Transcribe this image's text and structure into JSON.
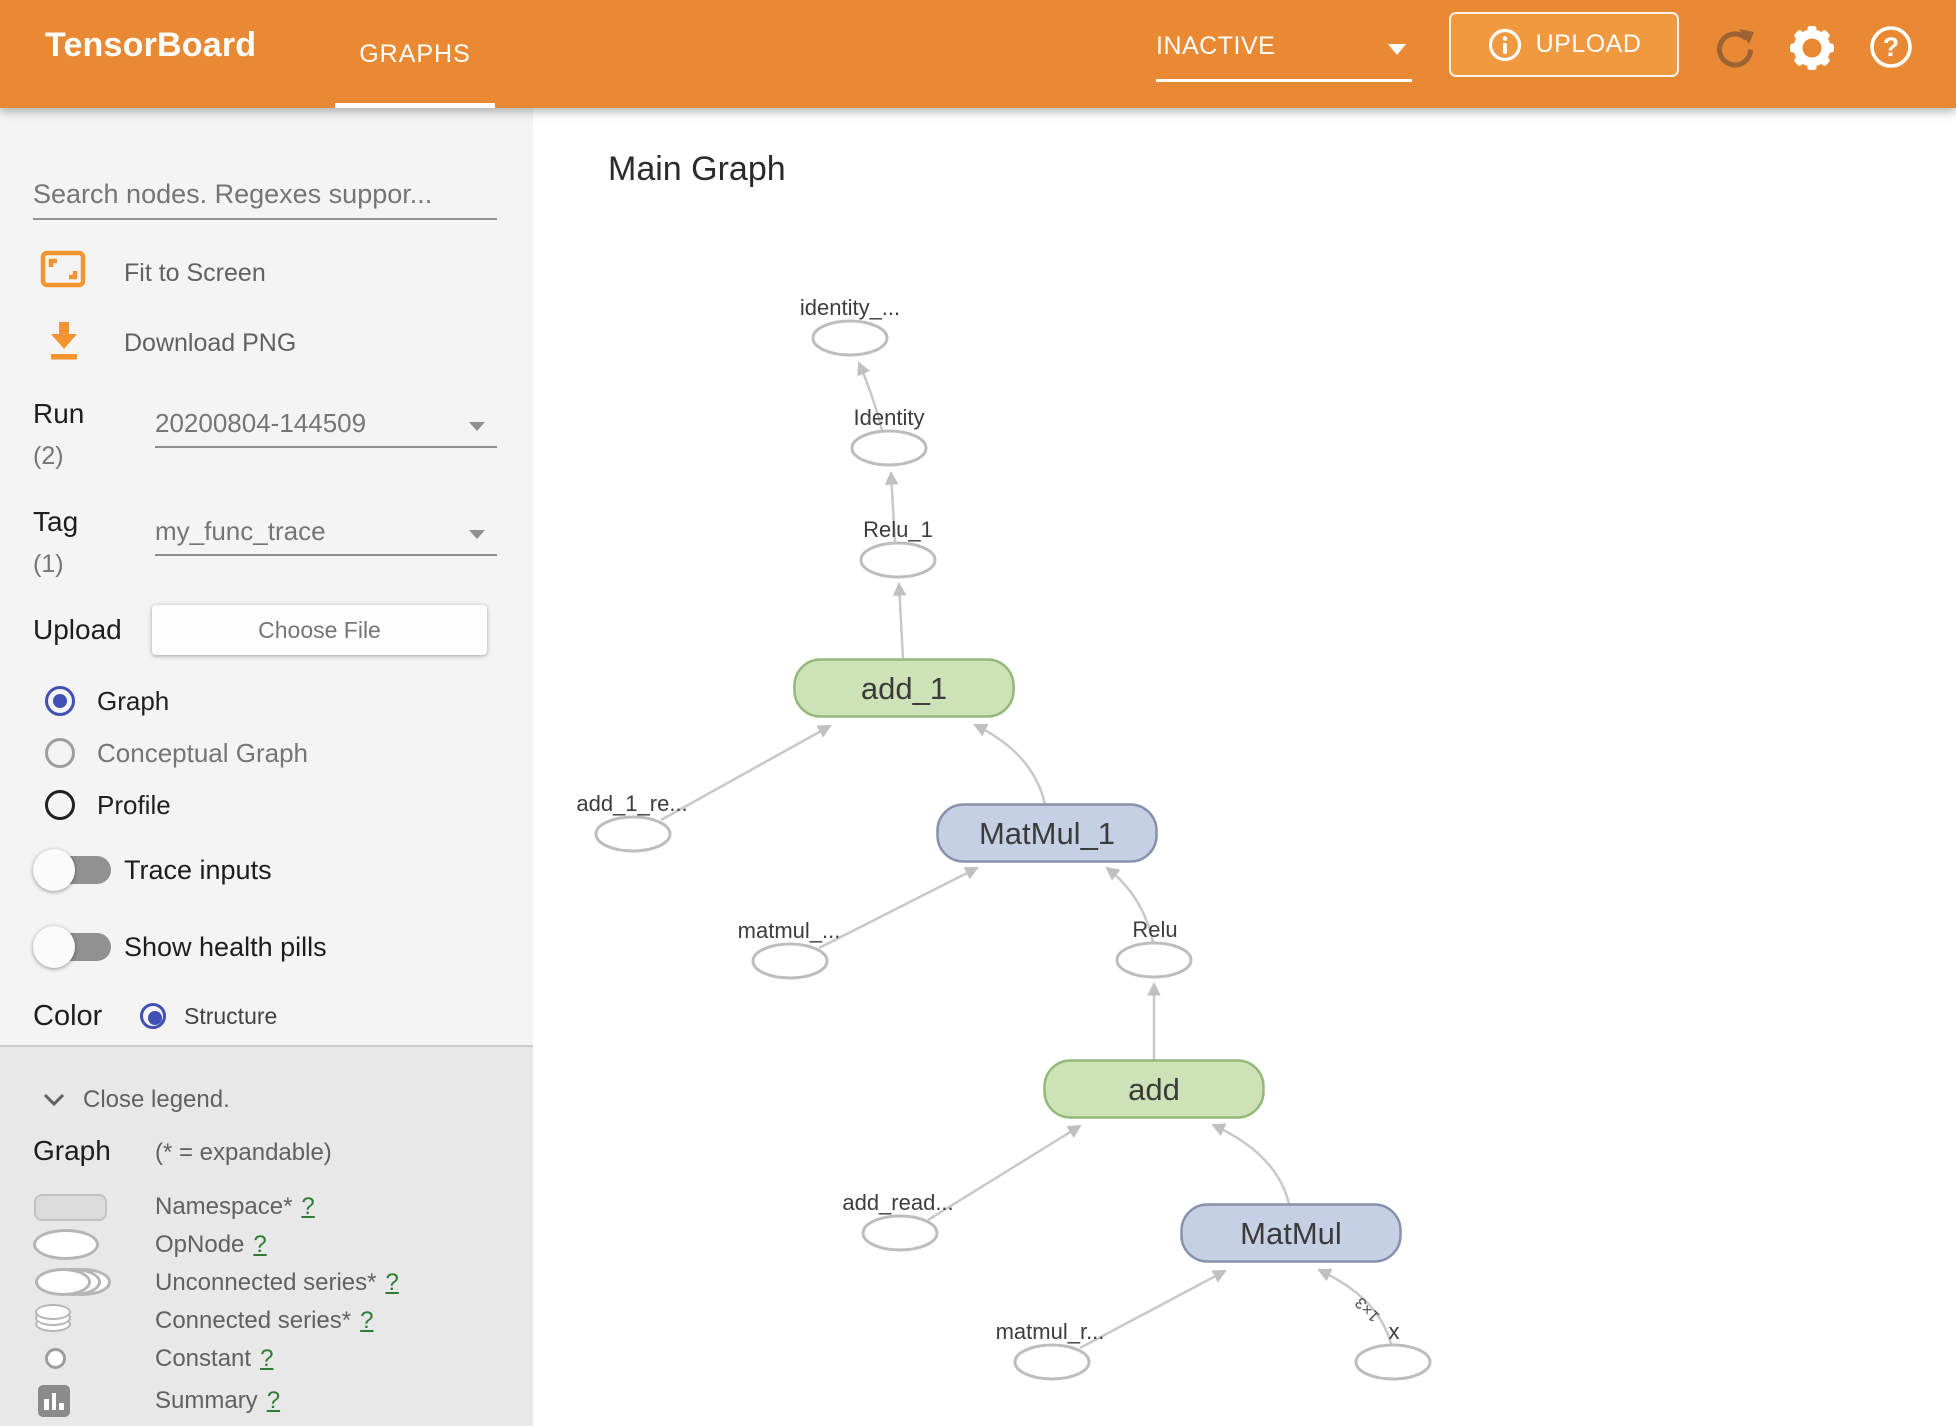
{
  "header": {
    "brand": "TensorBoard",
    "tab": "GRAPHS",
    "status_value": "INACTIVE",
    "upload_label": "UPLOAD"
  },
  "sidebar": {
    "search_placeholder": "Search nodes. Regexes suppor...",
    "fit_label": "Fit to Screen",
    "download_label": "Download PNG",
    "run": {
      "label": "Run",
      "count": "(2)",
      "value": "20200804-144509"
    },
    "tag": {
      "label": "Tag",
      "count": "(1)",
      "value": "my_func_trace"
    },
    "upload": {
      "label": "Upload",
      "button": "Choose File"
    },
    "views": {
      "graph": "Graph",
      "conceptual": "Conceptual Graph",
      "profile": "Profile"
    },
    "toggles": {
      "trace_inputs": "Trace inputs",
      "health_pills": "Show health pills"
    },
    "color_by": {
      "label": "Color",
      "option": "Structure"
    }
  },
  "legend": {
    "close": "Close legend.",
    "heading": "Graph",
    "note": "(* = expandable)",
    "items": [
      {
        "label": "Namespace*",
        "help": "?"
      },
      {
        "label": "OpNode",
        "help": "?"
      },
      {
        "label": "Unconnected series*",
        "help": "?"
      },
      {
        "label": "Connected series*",
        "help": "?"
      },
      {
        "label": "Constant",
        "help": "?"
      },
      {
        "label": "Summary",
        "help": "?"
      }
    ]
  },
  "main": {
    "title": "Main Graph"
  },
  "graph": {
    "edge_label": "1×3",
    "op_nodes": [
      {
        "label": "add_1",
        "color": "green"
      },
      {
        "label": "MatMul_1",
        "color": "blue"
      },
      {
        "label": "add",
        "color": "green"
      },
      {
        "label": "MatMul",
        "color": "blue"
      }
    ],
    "io_nodes": [
      {
        "label": "identity_..."
      },
      {
        "label": "Identity"
      },
      {
        "label": "Relu_1"
      },
      {
        "label": "add_1_re..."
      },
      {
        "label": "matmul_..."
      },
      {
        "label": "Relu"
      },
      {
        "label": "add_read..."
      },
      {
        "label": "matmul_r..."
      },
      {
        "label": "x"
      }
    ]
  },
  "colors": {
    "header_bg": "#ea8933",
    "header_btn_bg": "#f0993f",
    "refresh_icon": "#9c6434",
    "accent": "#f2952f",
    "radio_selected": "#3f51b5",
    "help_link": "#2e7d32",
    "node_green_fill": "#cde3b7",
    "node_green_border": "#94b878",
    "node_blue_fill": "#c6d0e4",
    "node_blue_border": "#8591ac",
    "edge": "#c8c8c8"
  }
}
